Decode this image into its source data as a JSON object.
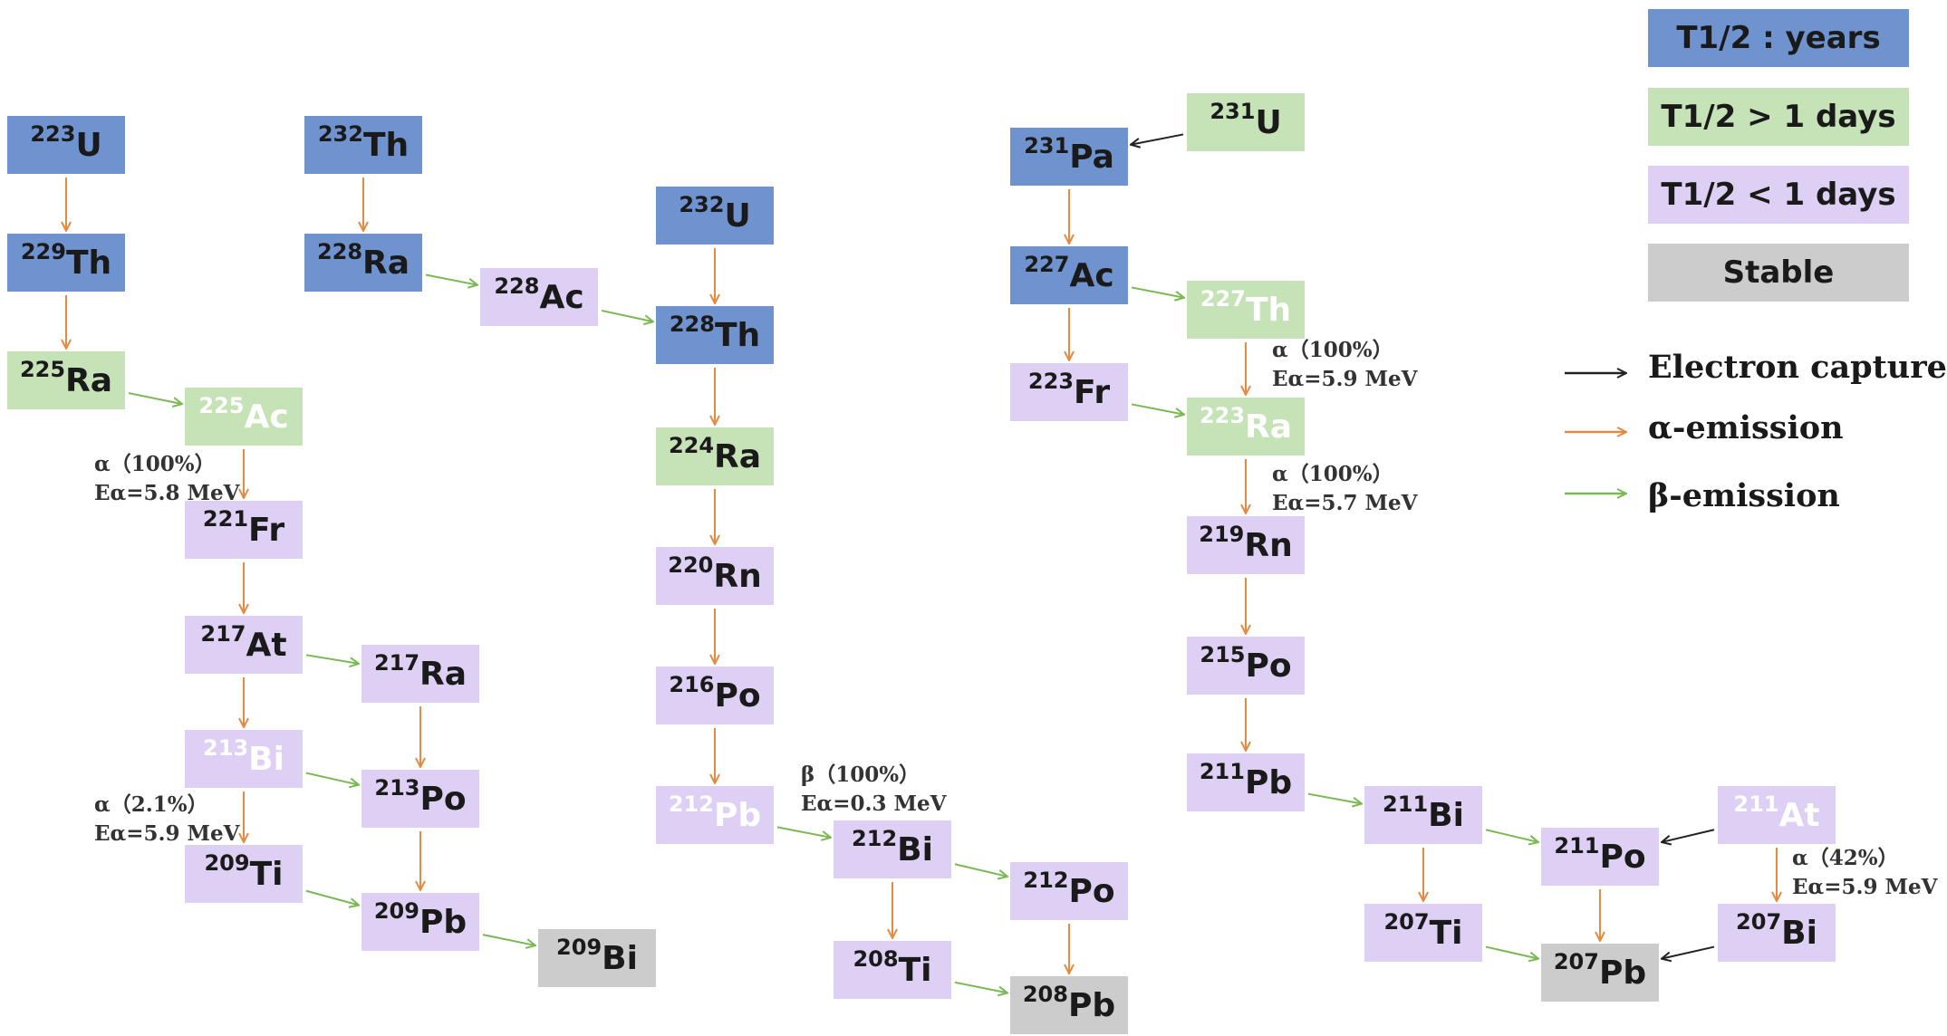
{
  "colors": {
    "years": "#6f93ce",
    "gt1day": "#c6e2b7",
    "lt1day": "#ddd0f4",
    "stable": "#cccccc",
    "electron_capture": "#222222",
    "alpha": "#e48a43",
    "beta": "#7ab853"
  },
  "legend": {
    "boxes": [
      {
        "key": "years",
        "label": "T1/2 : years"
      },
      {
        "key": "gt1day",
        "label": "T1/2 > 1 days"
      },
      {
        "key": "lt1day",
        "label": "T1/2 < 1 days"
      },
      {
        "key": "stable",
        "label": "Stable"
      }
    ],
    "arrows": [
      {
        "key": "electron_capture",
        "label": "Electron capture"
      },
      {
        "key": "alpha",
        "label": "α-emission"
      },
      {
        "key": "beta",
        "label": "β-emission"
      }
    ]
  },
  "nuclides": [
    {
      "id": "U223",
      "mass": "223",
      "symbol": "U",
      "half_life": "years"
    },
    {
      "id": "Th229",
      "mass": "229",
      "symbol": "Th",
      "half_life": "years"
    },
    {
      "id": "Ra225",
      "mass": "225",
      "symbol": "Ra",
      "half_life": "gt1day"
    },
    {
      "id": "Ac225",
      "mass": "225",
      "symbol": "Ac",
      "half_life": "gt1day",
      "light_text": true
    },
    {
      "id": "Fr221",
      "mass": "221",
      "symbol": "Fr",
      "half_life": "lt1day"
    },
    {
      "id": "At217",
      "mass": "217",
      "symbol": "At",
      "half_life": "lt1day"
    },
    {
      "id": "Bi213",
      "mass": "213",
      "symbol": "Bi",
      "half_life": "lt1day",
      "light_text": true
    },
    {
      "id": "Ti209",
      "mass": "209",
      "symbol": "Ti",
      "half_life": "lt1day"
    },
    {
      "id": "Ra217",
      "mass": "217",
      "symbol": "Ra",
      "half_life": "lt1day"
    },
    {
      "id": "Po213",
      "mass": "213",
      "symbol": "Po",
      "half_life": "lt1day"
    },
    {
      "id": "Pb209",
      "mass": "209",
      "symbol": "Pb",
      "half_life": "lt1day"
    },
    {
      "id": "Bi209",
      "mass": "209",
      "symbol": "Bi",
      "half_life": "stable"
    },
    {
      "id": "Th232",
      "mass": "232",
      "symbol": "Th",
      "half_life": "years"
    },
    {
      "id": "Ra228",
      "mass": "228",
      "symbol": "Ra",
      "half_life": "years"
    },
    {
      "id": "Ac228",
      "mass": "228",
      "symbol": "Ac",
      "half_life": "lt1day"
    },
    {
      "id": "U232",
      "mass": "232",
      "symbol": "U",
      "half_life": "years"
    },
    {
      "id": "Th228",
      "mass": "228",
      "symbol": "Th",
      "half_life": "years"
    },
    {
      "id": "Ra224",
      "mass": "224",
      "symbol": "Ra",
      "half_life": "gt1day"
    },
    {
      "id": "Rn220",
      "mass": "220",
      "symbol": "Rn",
      "half_life": "lt1day"
    },
    {
      "id": "Po216",
      "mass": "216",
      "symbol": "Po",
      "half_life": "lt1day"
    },
    {
      "id": "Pb212",
      "mass": "212",
      "symbol": "Pb",
      "half_life": "lt1day",
      "light_text": true
    },
    {
      "id": "Bi212",
      "mass": "212",
      "symbol": "Bi",
      "half_life": "lt1day"
    },
    {
      "id": "Ti208",
      "mass": "208",
      "symbol": "Ti",
      "half_life": "lt1day"
    },
    {
      "id": "Po212",
      "mass": "212",
      "symbol": "Po",
      "half_life": "lt1day"
    },
    {
      "id": "Pb208",
      "mass": "208",
      "symbol": "Pb",
      "half_life": "stable"
    },
    {
      "id": "U231",
      "mass": "231",
      "symbol": "U",
      "half_life": "gt1day"
    },
    {
      "id": "Pa231",
      "mass": "231",
      "symbol": "Pa",
      "half_life": "years"
    },
    {
      "id": "Ac227",
      "mass": "227",
      "symbol": "Ac",
      "half_life": "years"
    },
    {
      "id": "Th227",
      "mass": "227",
      "symbol": "Th",
      "half_life": "gt1day",
      "light_text": true
    },
    {
      "id": "Fr223",
      "mass": "223",
      "symbol": "Fr",
      "half_life": "lt1day"
    },
    {
      "id": "Ra223",
      "mass": "223",
      "symbol": "Ra",
      "half_life": "gt1day",
      "light_text": true
    },
    {
      "id": "Rn219",
      "mass": "219",
      "symbol": "Rn",
      "half_life": "lt1day"
    },
    {
      "id": "Po215",
      "mass": "215",
      "symbol": "Po",
      "half_life": "lt1day"
    },
    {
      "id": "Pb211",
      "mass": "211",
      "symbol": "Pb",
      "half_life": "lt1day"
    },
    {
      "id": "Bi211",
      "mass": "211",
      "symbol": "Bi",
      "half_life": "lt1day"
    },
    {
      "id": "Ti207",
      "mass": "207",
      "symbol": "Ti",
      "half_life": "lt1day"
    },
    {
      "id": "Po211",
      "mass": "211",
      "symbol": "Po",
      "half_life": "lt1day"
    },
    {
      "id": "At211",
      "mass": "211",
      "symbol": "At",
      "half_life": "lt1day",
      "light_text": true
    },
    {
      "id": "Bi207",
      "mass": "207",
      "symbol": "Bi",
      "half_life": "lt1day"
    },
    {
      "id": "Pb207",
      "mass": "207",
      "symbol": "Pb",
      "half_life": "stable"
    }
  ],
  "decays": [
    {
      "from": "U223",
      "to": "Th229",
      "mode": "alpha"
    },
    {
      "from": "Th229",
      "to": "Ra225",
      "mode": "alpha"
    },
    {
      "from": "Ra225",
      "to": "Ac225",
      "mode": "beta"
    },
    {
      "from": "Ac225",
      "to": "Fr221",
      "mode": "alpha"
    },
    {
      "from": "Fr221",
      "to": "At217",
      "mode": "alpha"
    },
    {
      "from": "At217",
      "to": "Bi213",
      "mode": "alpha"
    },
    {
      "from": "At217",
      "to": "Ra217",
      "mode": "beta"
    },
    {
      "from": "Ra217",
      "to": "Po213",
      "mode": "alpha"
    },
    {
      "from": "Bi213",
      "to": "Ti209",
      "mode": "alpha"
    },
    {
      "from": "Bi213",
      "to": "Po213",
      "mode": "beta"
    },
    {
      "from": "Po213",
      "to": "Pb209",
      "mode": "alpha"
    },
    {
      "from": "Ti209",
      "to": "Pb209",
      "mode": "beta"
    },
    {
      "from": "Pb209",
      "to": "Bi209",
      "mode": "beta"
    },
    {
      "from": "Th232",
      "to": "Ra228",
      "mode": "alpha"
    },
    {
      "from": "Ra228",
      "to": "Ac228",
      "mode": "beta"
    },
    {
      "from": "Ac228",
      "to": "Th228",
      "mode": "beta"
    },
    {
      "from": "U232",
      "to": "Th228",
      "mode": "alpha"
    },
    {
      "from": "Th228",
      "to": "Ra224",
      "mode": "alpha"
    },
    {
      "from": "Ra224",
      "to": "Rn220",
      "mode": "alpha"
    },
    {
      "from": "Rn220",
      "to": "Po216",
      "mode": "alpha"
    },
    {
      "from": "Po216",
      "to": "Pb212",
      "mode": "alpha"
    },
    {
      "from": "Pb212",
      "to": "Bi212",
      "mode": "beta"
    },
    {
      "from": "Bi212",
      "to": "Ti208",
      "mode": "alpha"
    },
    {
      "from": "Bi212",
      "to": "Po212",
      "mode": "beta"
    },
    {
      "from": "Po212",
      "to": "Pb208",
      "mode": "alpha"
    },
    {
      "from": "Ti208",
      "to": "Pb208",
      "mode": "beta"
    },
    {
      "from": "U231",
      "to": "Pa231",
      "mode": "electron_capture"
    },
    {
      "from": "Pa231",
      "to": "Ac227",
      "mode": "alpha"
    },
    {
      "from": "Ac227",
      "to": "Th227",
      "mode": "beta"
    },
    {
      "from": "Ac227",
      "to": "Fr223",
      "mode": "alpha"
    },
    {
      "from": "Fr223",
      "to": "Ra223",
      "mode": "beta"
    },
    {
      "from": "Th227",
      "to": "Ra223",
      "mode": "alpha"
    },
    {
      "from": "Ra223",
      "to": "Rn219",
      "mode": "alpha"
    },
    {
      "from": "Rn219",
      "to": "Po215",
      "mode": "alpha"
    },
    {
      "from": "Po215",
      "to": "Pb211",
      "mode": "alpha"
    },
    {
      "from": "Pb211",
      "to": "Bi211",
      "mode": "beta"
    },
    {
      "from": "Bi211",
      "to": "Ti207",
      "mode": "alpha"
    },
    {
      "from": "Bi211",
      "to": "Po211",
      "mode": "beta"
    },
    {
      "from": "Po211",
      "to": "Pb207",
      "mode": "alpha"
    },
    {
      "from": "Ti207",
      "to": "Pb207",
      "mode": "beta"
    },
    {
      "from": "At211",
      "to": "Po211",
      "mode": "electron_capture"
    },
    {
      "from": "At211",
      "to": "Bi207",
      "mode": "alpha"
    },
    {
      "from": "Bi207",
      "to": "Pb207",
      "mode": "electron_capture"
    }
  ],
  "annotations": [
    {
      "id": "ac225",
      "line1": "α（100%）",
      "line2": "Eα=5.8 MeV"
    },
    {
      "id": "bi213",
      "line1": "α（2.1%）",
      "line2": "Eα=5.9 MeV"
    },
    {
      "id": "pb212",
      "line1": "β（100%）",
      "line2": "Eα=0.3 MeV"
    },
    {
      "id": "th227",
      "line1": "α（100%）",
      "line2": "Eα=5.9 MeV"
    },
    {
      "id": "ra223",
      "line1": "α（100%）",
      "line2": "Eα=5.7 MeV"
    },
    {
      "id": "at211",
      "line1": "α（42%）",
      "line2": "Eα=5.9 MeV"
    }
  ]
}
